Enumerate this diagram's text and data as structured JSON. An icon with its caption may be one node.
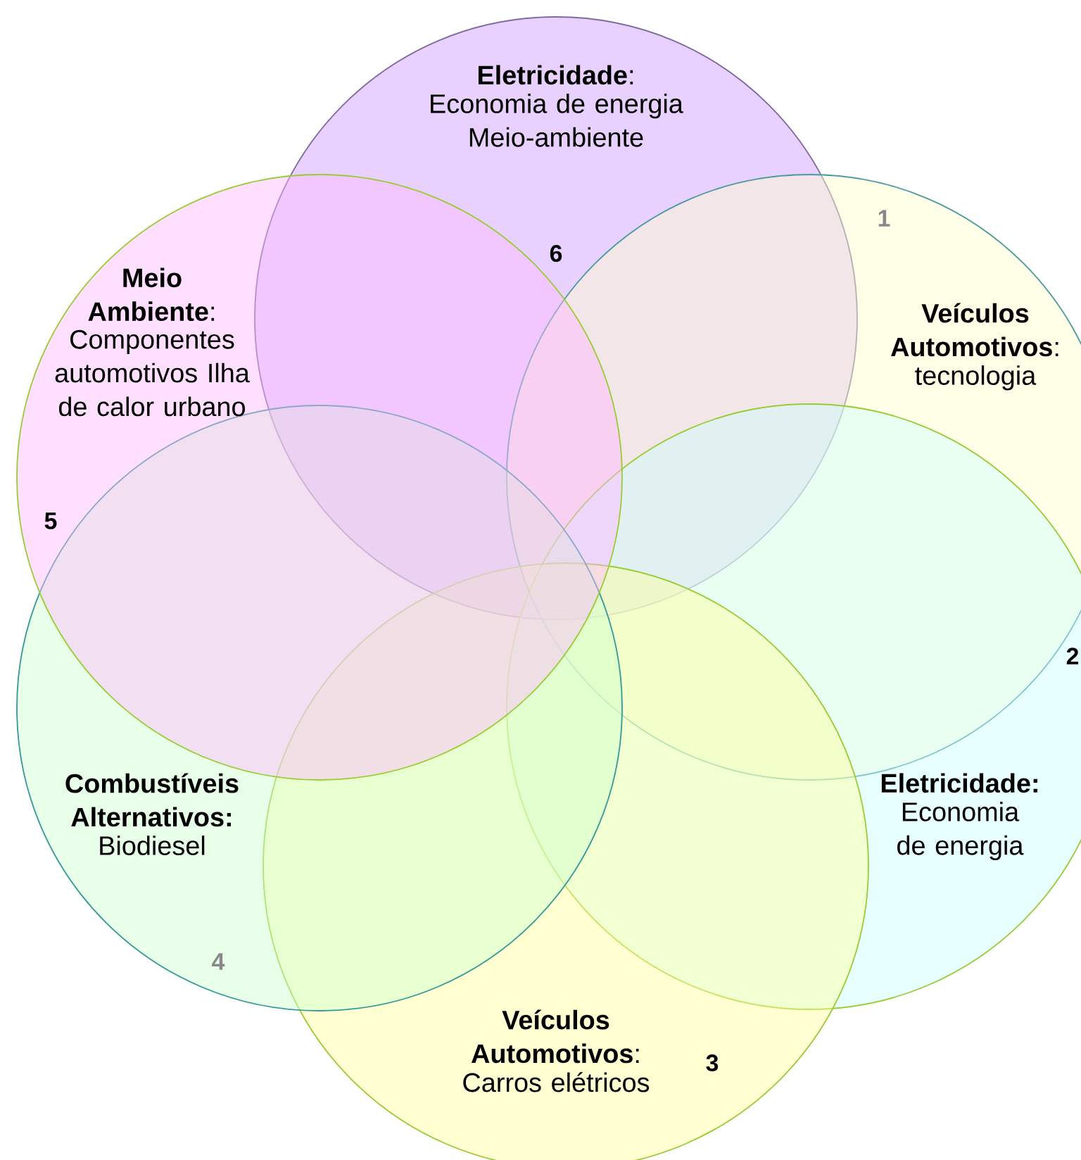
{
  "diagram": {
    "nodes": [
      {
        "text": [
          "**Eletricidade**:",
          "Economia de energia Meio-ambiente",
          "6"
        ]
      },
      {
        "text": [
          "**Meio Ambiente**:",
          "Componentes automotivos Ilha de calor urbano",
          "5"
        ]
      },
      {
        "text": [
          "**Veículos Automotivos**:",
          "tecnologia",
          "1"
        ]
      },
      {
        "text": [
          "Combustíveis Alternativos:",
          "Biodiesel",
          "4"
        ]
      },
      {
        "text": [
          "Eletricidade:",
          "Economia de energia",
          "2"
        ]
      },
      {
        "text": [
          "**Veículos Automotivos**:",
          "Carros elétricos",
          "3"
        ]
      }
    ]
  }
}
